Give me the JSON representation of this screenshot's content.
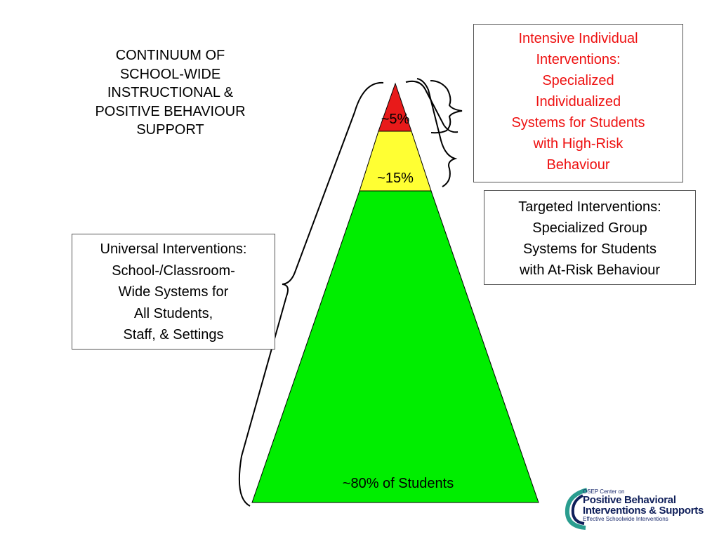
{
  "title": "CONTINUUM OF\nSCHOOL-WIDE\nINSTRUCTIONAL &\nPOSITIVE BEHAVIOUR\nSUPPORT",
  "tiers": {
    "top": {
      "label": "~5%",
      "percent": 5,
      "color": "#e81a1a"
    },
    "middle": {
      "label": "~15%",
      "percent": 15,
      "color": "#ffff33"
    },
    "base": {
      "label": "~80% of Students",
      "percent": 80,
      "color": "#00ee00"
    }
  },
  "boxes": {
    "intensive": "Intensive Individual\nInterventions:\nSpecialized\nIndividualized\nSystems for Students\nwith High-Risk\nBehaviour",
    "targeted": "Targeted Interventions:\nSpecialized Group\nSystems for Students\nwith At-Risk Behaviour",
    "universal": "Universal Interventions:\nSchool-/Classroom-\nWide Systems for\nAll Students,\nStaff, & Settings"
  },
  "colors": {
    "intensive_text": "#ee1111",
    "logo_primary": "#0f1f5a",
    "logo_accent": "#2a9d8f"
  },
  "logo": {
    "small": "OSEP Center on",
    "line1": "Positive Behavioral",
    "line2": "Interventions & Supports",
    "sub": "Effective Schoolwide Interventions"
  }
}
